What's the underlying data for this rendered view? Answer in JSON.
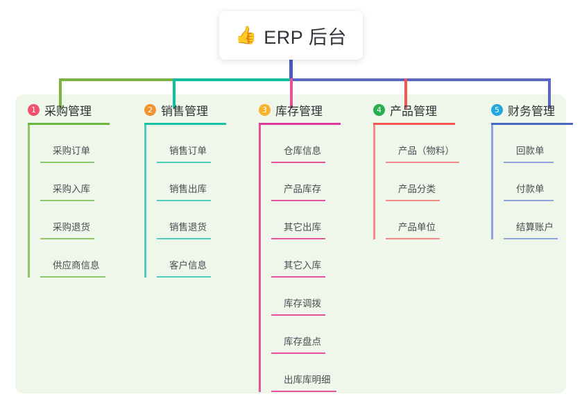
{
  "root": {
    "icon": "thumbs-up-icon",
    "icon_glyph": "👍",
    "title": "ERP 后台"
  },
  "theme": {
    "panel_bg": "#eef7e9",
    "page_bg": "#ffffff",
    "trunk_color": "#4a5bc0",
    "bus_colors": [
      "#7cb342",
      "#12bfa0",
      "#5a66c4"
    ],
    "text_color": "#2f3338",
    "leaf_text_color": "#4a4f55"
  },
  "columns": [
    {
      "index": "1",
      "title": "采购管理",
      "badge_color": "#f0526d",
      "rule_color": "#6bb73b",
      "line_color": "#8dc76a",
      "drop_color": "#7cb342",
      "rule_width": 118,
      "items": [
        {
          "label": "采购订单",
          "rule_width": 78
        },
        {
          "label": "采购入库",
          "rule_width": 78
        },
        {
          "label": "采购退货",
          "rule_width": 78
        },
        {
          "label": "供应商信息",
          "rule_width": 94
        }
      ]
    },
    {
      "index": "2",
      "title": "销售管理",
      "badge_color": "#f3922f",
      "rule_color": "#17c4a6",
      "line_color": "#4ecfbb",
      "drop_color": "#12bfa0",
      "rule_width": 118,
      "items": [
        {
          "label": "销售订单",
          "rule_width": 78
        },
        {
          "label": "销售出库",
          "rule_width": 78
        },
        {
          "label": "销售退货",
          "rule_width": 78
        },
        {
          "label": "客户信息",
          "rule_width": 78
        }
      ]
    },
    {
      "index": "3",
      "title": "库存管理",
      "badge_color": "#f7b32b",
      "rule_color": "#e239a0",
      "line_color": "#e8529a",
      "drop_color": "#e8529a",
      "rule_width": 118,
      "items": [
        {
          "label": "仓库信息",
          "rule_width": 78
        },
        {
          "label": "产品库存",
          "rule_width": 78
        },
        {
          "label": "其它出库",
          "rule_width": 78
        },
        {
          "label": "其它入库",
          "rule_width": 78
        },
        {
          "label": "库存调拨",
          "rule_width": 78
        },
        {
          "label": "库存盘点",
          "rule_width": 78
        },
        {
          "label": "出库库明细",
          "rule_width": 94
        }
      ]
    },
    {
      "index": "4",
      "title": "产品管理",
      "badge_color": "#27ae4f",
      "rule_color": "#f4574f",
      "line_color": "#f58a85",
      "drop_color": "#f4574f",
      "rule_width": 118,
      "items": [
        {
          "label": "产品（物料）",
          "rule_width": 106
        },
        {
          "label": "产品分类",
          "rule_width": 78
        },
        {
          "label": "产品单位",
          "rule_width": 78
        }
      ]
    },
    {
      "index": "5",
      "title": "财务管理",
      "badge_color": "#22a7e0",
      "rule_color": "#4a67c7",
      "line_color": "#8fa4dd",
      "drop_color": "#5a66c4",
      "rule_width": 118,
      "items": [
        {
          "label": "回款单",
          "rule_width": 72
        },
        {
          "label": "付款单",
          "rule_width": 72
        },
        {
          "label": "结算账户",
          "rule_width": 78
        }
      ]
    }
  ]
}
